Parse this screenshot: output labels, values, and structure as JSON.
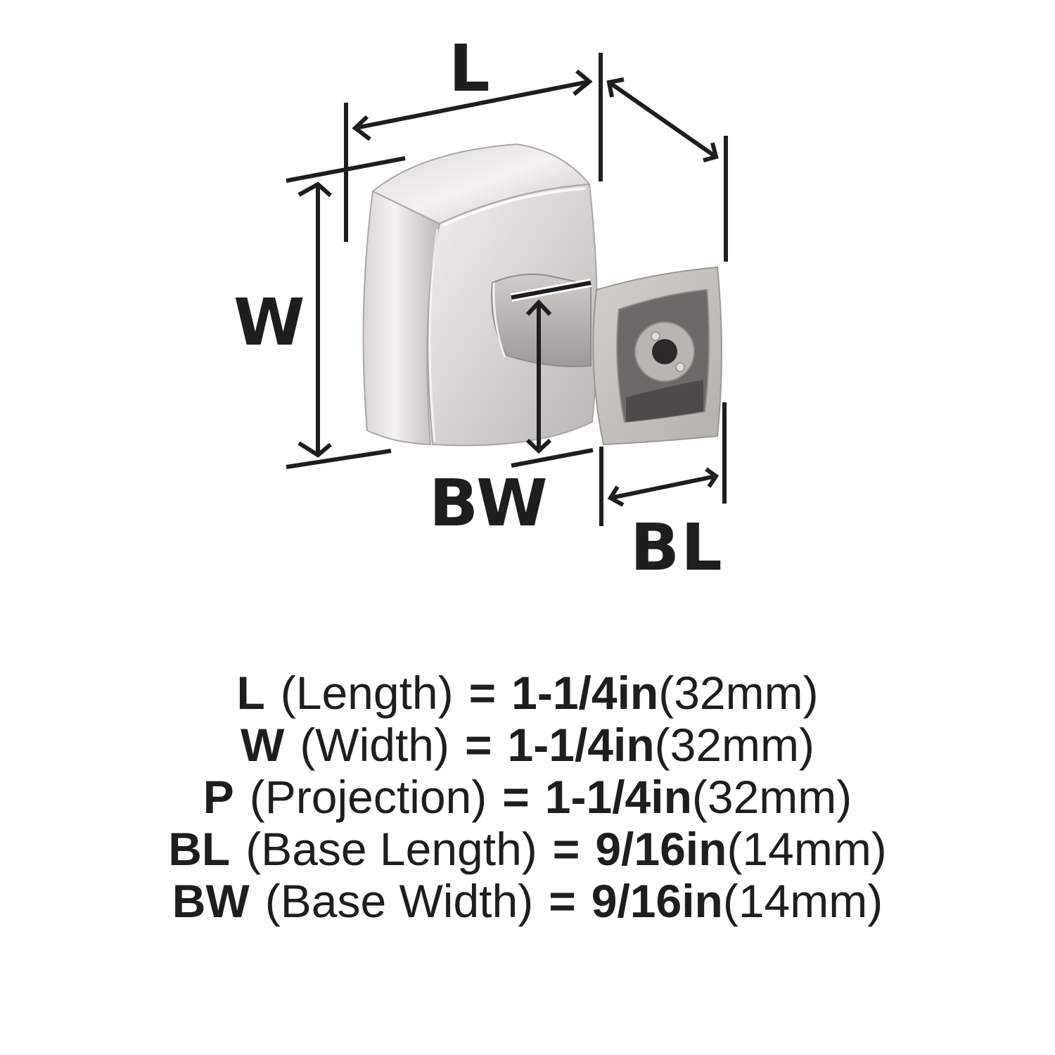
{
  "diagram": {
    "subject": "cabinet knob, square base, brushed/polished nickel finish",
    "labels": {
      "L": "L",
      "W": "W",
      "BW": "BW",
      "BL": "BL"
    },
    "colors": {
      "ink": "#1e1e1e",
      "metal_light": "#e6e4e2",
      "metal_mid": "#c9c6c3",
      "metal_dark": "#8f8c89",
      "cavity": "#5e5b58",
      "background": "#ffffff"
    }
  },
  "specs": [
    {
      "code": "L",
      "name": "(Length)",
      "eq": "=",
      "imperial": "1-1/4in",
      "metric": "(32mm)"
    },
    {
      "code": "W",
      "name": "(Width)",
      "eq": "=",
      "imperial": "1-1/4in",
      "metric": "(32mm)"
    },
    {
      "code": "P",
      "name": "(Projection)",
      "eq": "=",
      "imperial": "1-1/4in",
      "metric": "(32mm)"
    },
    {
      "code": "BL",
      "name": "(Base Length)",
      "eq": "=",
      "imperial": "9/16in",
      "metric": "(14mm)"
    },
    {
      "code": "BW",
      "name": "(Base Width)",
      "eq": "=",
      "imperial": "9/16in",
      "metric": "(14mm)"
    }
  ]
}
